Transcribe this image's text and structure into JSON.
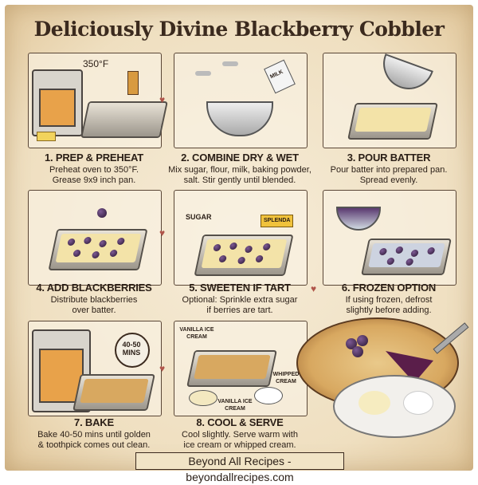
{
  "title": "Deliciously Divine Blackberry Cobbler",
  "steps": [
    {
      "heading": "1. PREP & PREHEAT",
      "line1": "Preheat oven to 350°F.",
      "line2": "Grease 9x9 inch pan."
    },
    {
      "heading": "2. COMBINE DRY & WET",
      "line1": "Mix sugar, flour, milk, baking powder,",
      "line2": "salt. Stir gently until blended."
    },
    {
      "heading": "3. POUR BATTER",
      "line1": "Pour batter into prepared pan.",
      "line2": "Spread evenly."
    },
    {
      "heading": "4. ADD BLACKBERRIES",
      "line1": "Distribute blackberries",
      "line2": "over batter."
    },
    {
      "heading": "5. SWEETEN IF TART",
      "line1": "Optional: Sprinkle extra sugar",
      "line2": "if berries are tart."
    },
    {
      "heading": "6. FROZEN OPTION",
      "line1": "If using frozen, defrost",
      "line2": "slightly before adding."
    },
    {
      "heading": "7. BAKE",
      "line1": "Bake 40-50 mins until golden",
      "line2": "& toothpick comes out clean."
    },
    {
      "heading": "8. COOL & SERVE",
      "line1": "Cool slightly. Serve warm with",
      "line2": "ice cream or whipped cream."
    }
  ],
  "labels": {
    "temp": "350°F",
    "milk": "MILK",
    "sugar": "SUGAR",
    "splenda": "SPLENDA",
    "timer": "40-50 MINS",
    "ice_cream_1": "VANILLA ICE CREAM",
    "ice_cream_2": "VANILLA ICE CREAM",
    "whipped": "WHIPPED CREAM"
  },
  "footer": "Beyond All Recipes - beyondallrecipes.com",
  "colors": {
    "paper": "#f3e6cc",
    "ink": "#3b2a1e",
    "berry": "#3a1f46",
    "batter": "#f3e3a8"
  }
}
